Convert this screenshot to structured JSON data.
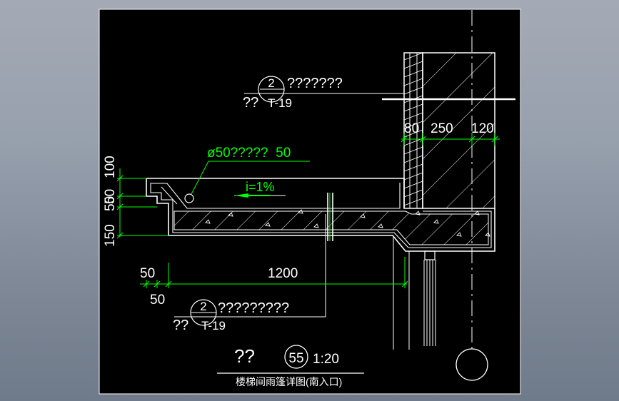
{
  "drawing": {
    "background": "#000000",
    "canvas_border": "#ffffff",
    "colors": {
      "outline": "#ffffff",
      "dimension": "#00ff00",
      "hatch": "#ffffff",
      "text": "#ffffff"
    },
    "callouts": {
      "top": {
        "circle_top": "2",
        "circle_bottom": "T-19",
        "text": "???????",
        "prefix": "??"
      },
      "bottom": {
        "circle_top": "2",
        "circle_bottom": "T-19",
        "text": "?????????",
        "prefix": "??"
      }
    },
    "drain_pipe_label": "ø50?????  50",
    "slope_label": "i=1%",
    "dimensions": {
      "left_vertical": [
        "100",
        "50",
        "50",
        "150"
      ],
      "bottom_horizontal_left": "50",
      "bottom_horizontal_left2": "50",
      "bottom_horizontal_main": "1200",
      "wall_top": [
        "80",
        "250",
        "120"
      ]
    },
    "title": {
      "prefix": "??",
      "detail_number": "55",
      "scale": "1:20",
      "name": "楼梯间雨篷详图(南入口)"
    }
  }
}
